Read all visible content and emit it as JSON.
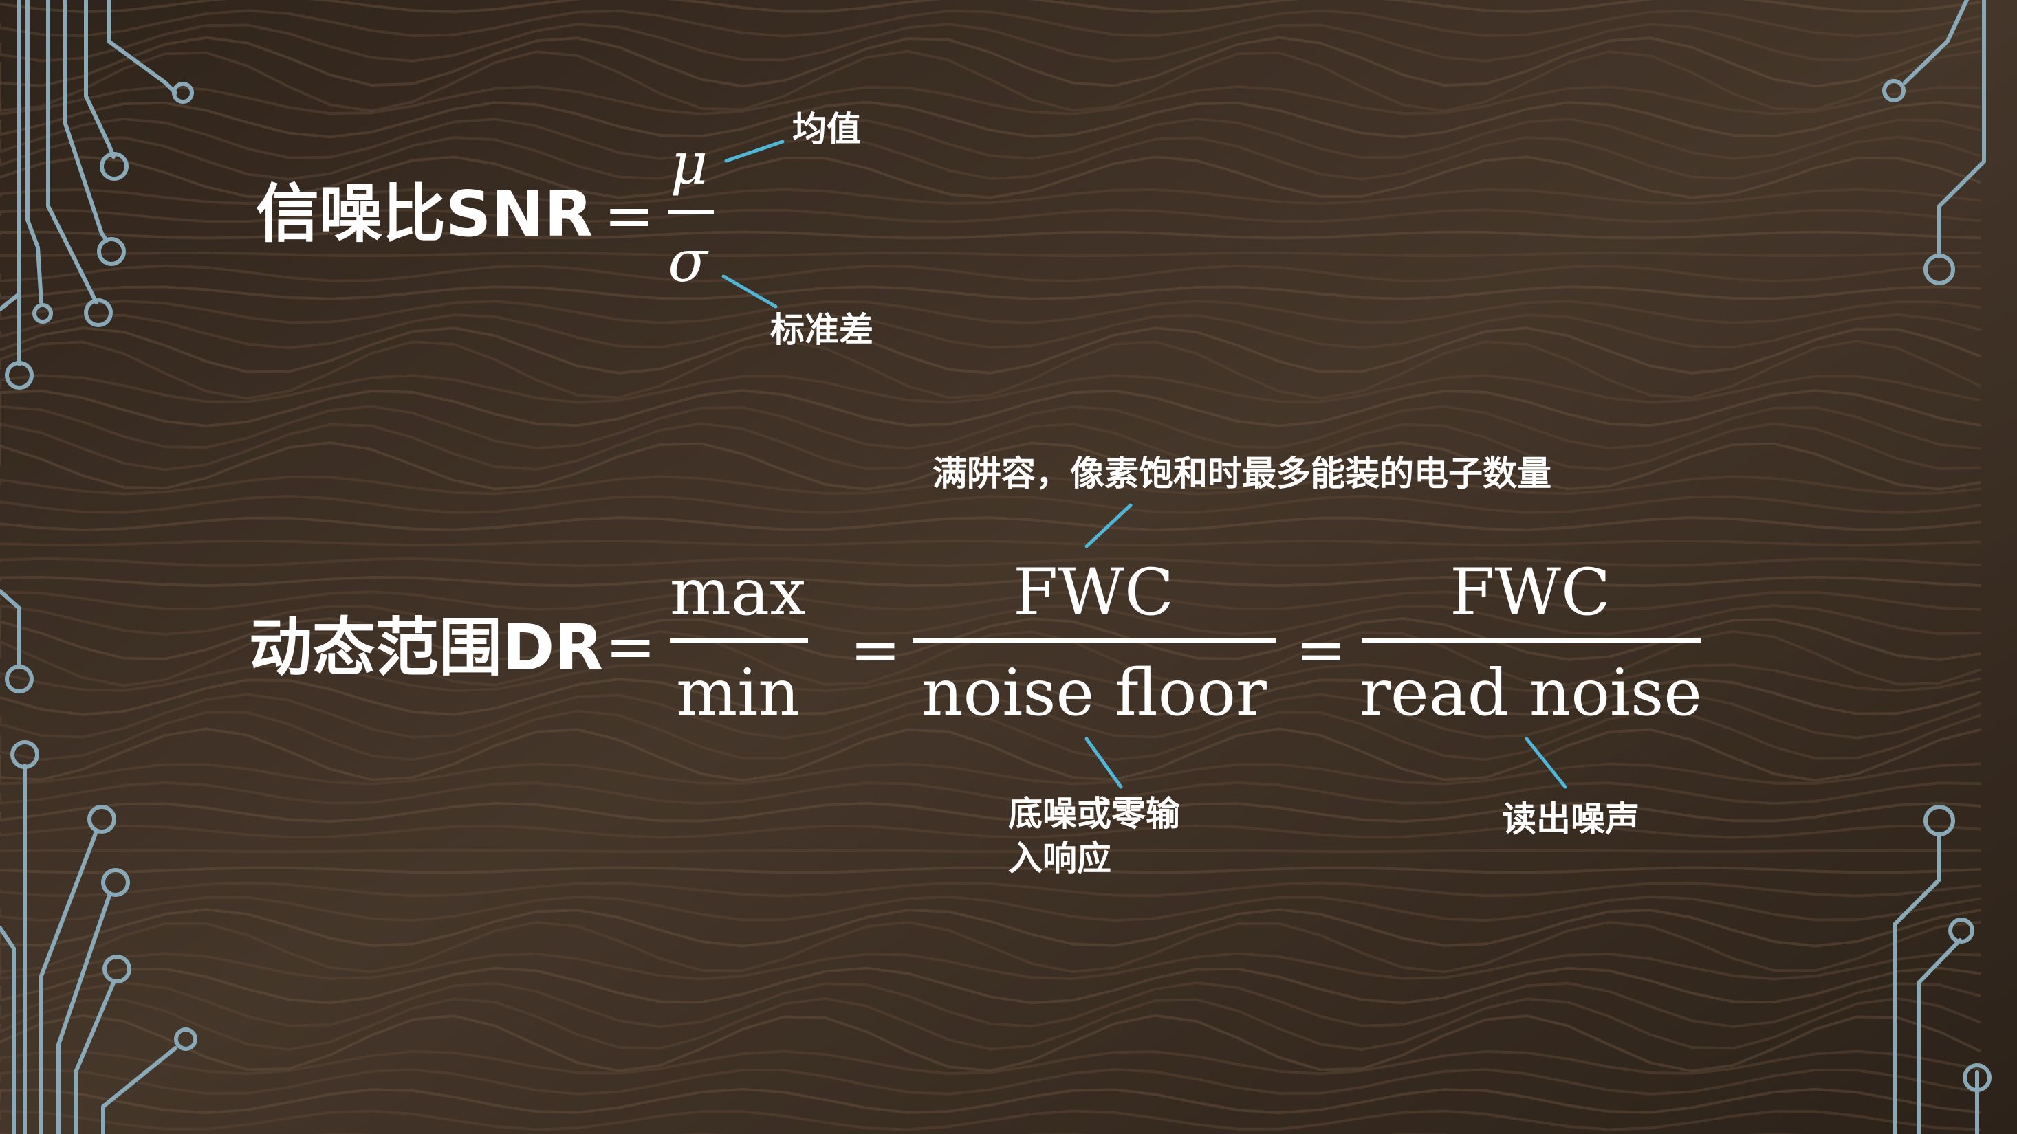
{
  "snr": {
    "label": "信噪比SNR",
    "equals": "=",
    "numerator": "μ",
    "denominator": "σ",
    "numerator_note": "均值",
    "denominator_note": "标准差"
  },
  "dr": {
    "label": "动态范围DR",
    "equals_1": "=",
    "frac1_num": "max",
    "frac1_den": "min",
    "equals_2": "=",
    "frac2_num": "FWC",
    "frac2_den": "noise floor",
    "equals_3": "=",
    "frac3_num": "FWC",
    "frac3_den": "read noise",
    "fwc_note": "满阱容，像素饱和时最多能装的电子数量",
    "noise_floor_note_line1": "底噪或零输",
    "noise_floor_note_line2": "入响应",
    "read_noise_note": "读出噪声"
  },
  "colors": {
    "background": "#3b2d22",
    "wood_grain": "#5a4635",
    "text": "#ffffff",
    "annotation_line": "#4fb6d8",
    "circuit": "#8aa9b8"
  }
}
